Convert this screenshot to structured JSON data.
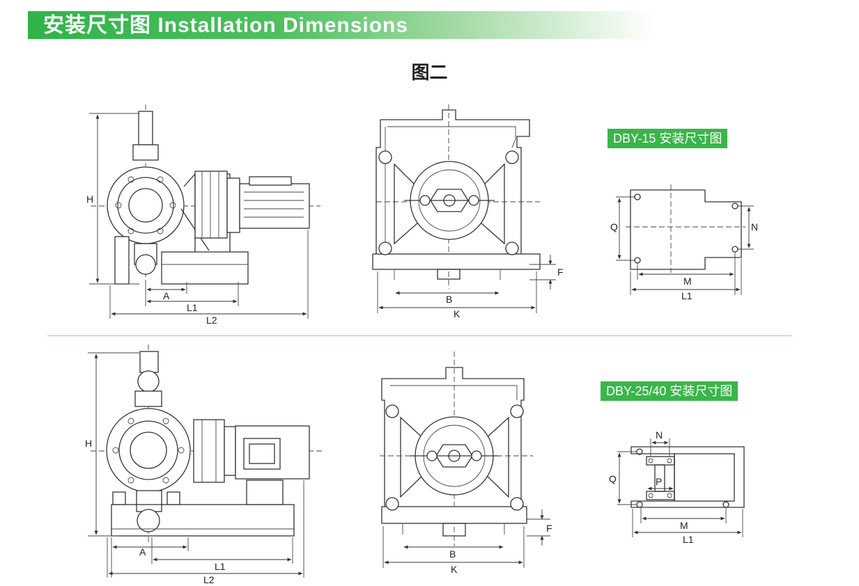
{
  "header": {
    "title": "安装尺寸图 Installation Dimensions"
  },
  "figure": {
    "label": "图二"
  },
  "badges": {
    "top": "DBY-15 安装尺寸图",
    "bottom": "DBY-25/40 安装尺寸图"
  },
  "dims": {
    "H": "H",
    "A": "A",
    "L1": "L1",
    "L2": "L2",
    "B": "B",
    "K": "K",
    "F": "F",
    "Q": "Q",
    "N": "N",
    "M": "M",
    "P": "P"
  },
  "colors": {
    "accent": "#3ab54a",
    "divider": "#8fd48f"
  }
}
